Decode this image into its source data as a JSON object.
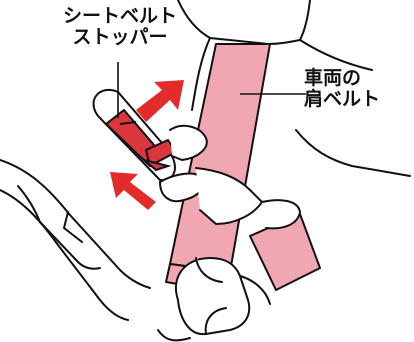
{
  "labels": {
    "stopper": {
      "line1": "シートベルト",
      "line2": "ストッパー"
    },
    "shoulder_belt": {
      "line1": "車両の",
      "line2": "肩ベルト"
    }
  },
  "colors": {
    "belt_fill": "#f0a7b2",
    "stopper_fill": "#d9363e",
    "arrow_fill": "#e22b2b",
    "outline": "#111111"
  },
  "icons": {
    "arrow_up_right": "arrow-up-right-icon",
    "arrow_up_left": "arrow-up-left-icon"
  }
}
